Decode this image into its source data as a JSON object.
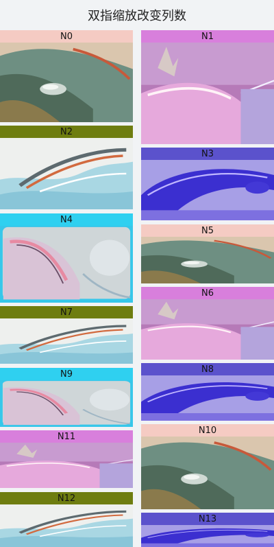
{
  "page": {
    "title": "双指缩放改变列数"
  },
  "cards": [
    {
      "label": "N0",
      "label_color": "#f5cbc3",
      "art": "teal-drop"
    },
    {
      "label": "N1",
      "label_color": "#d87fdc",
      "art": "pink-sphere"
    },
    {
      "label": "N2",
      "label_color": "#6e7d10",
      "art": "white-wave"
    },
    {
      "label": "N3",
      "label_color": "#5b52cc",
      "art": "blue-arc"
    },
    {
      "label": "N4",
      "label_color": "#2fd0f0",
      "art": "cyan-glass"
    },
    {
      "label": "N5",
      "label_color": "#f5cbc3",
      "art": "teal-drop"
    },
    {
      "label": "N6",
      "label_color": "#d87fdc",
      "art": "pink-sphere"
    },
    {
      "label": "N7",
      "label_color": "#6e7d10",
      "art": "white-wave"
    },
    {
      "label": "N8",
      "label_color": "#5b52cc",
      "art": "blue-arc"
    },
    {
      "label": "N9",
      "label_color": "#2fd0f0",
      "art": "cyan-glass"
    },
    {
      "label": "N10",
      "label_color": "#f5cbc3",
      "art": "teal-drop"
    },
    {
      "label": "N11",
      "label_color": "#d87fdc",
      "art": "pink-sphere"
    },
    {
      "label": "N12",
      "label_color": "#6e7d10",
      "art": "white-wave"
    },
    {
      "label": "N13",
      "label_color": "#5b52cc",
      "art": "blue-arc"
    }
  ]
}
